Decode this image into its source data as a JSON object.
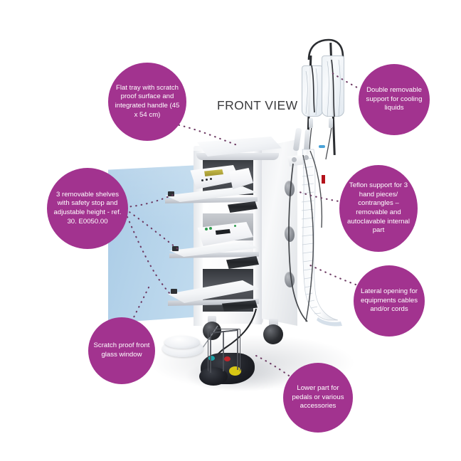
{
  "page": {
    "title": "FRONT VIEW",
    "background_color": "#ffffff",
    "accent_color": "#a2338f",
    "glass_color": "#aaccE8",
    "title_color": "#3b3b3d"
  },
  "callouts": [
    {
      "id": "flat-tray",
      "text": "Flat tray with scratch proof surface and integrated handle (45 x 54 cm)",
      "lines": [
        "Flat tray with",
        "scratch proof",
        "surface and",
        "integrated handle",
        "(45 x 54 cm)"
      ],
      "position": "top-left"
    },
    {
      "id": "cooling-support",
      "text": "Double removable support for cooling liquids",
      "lines": [
        "Double",
        "removable",
        "support",
        "for cooling",
        "liquids"
      ],
      "position": "top-right"
    },
    {
      "id": "removable-shelves",
      "text": "3 removable shelves with safety stop and adjustable height - ref. 30. E0050.00",
      "lines": [
        "3 removable",
        "shelves with safety",
        "stop and adjustable",
        "height - ref. 30.",
        "E0050.00"
      ],
      "position": "middle-left"
    },
    {
      "id": "teflon-support",
      "text": "Teflon support for 3 hand pieces/ contrangles – removable and autoclavable internal part",
      "lines": [
        "Teflon",
        "support for",
        "3 hand pieces/",
        "contrangles –",
        "removable and",
        "autoclavable",
        "internal part"
      ],
      "position": "middle-right"
    },
    {
      "id": "lateral-opening",
      "text": "Lateral opening for equipments cables and/or cords",
      "lines": [
        "Lateral",
        "opening for",
        "equipments",
        "cables and/or",
        "cords"
      ],
      "position": "lower-right"
    },
    {
      "id": "glass-window",
      "text": "Scratch proof front glass window",
      "lines": [
        "Scratch",
        "proof front",
        "glass",
        "window"
      ],
      "position": "lower-left"
    },
    {
      "id": "lower-part-pedals",
      "text": "Lower part for pedals or various accessories",
      "lines": [
        "Lower part",
        "for pedals",
        "or various",
        "accessories"
      ],
      "position": "bottom-center"
    }
  ],
  "product": {
    "name": "medical-equipment-cart",
    "description": "White mobile medical trolley with three pull-out shelves, glass side panel, IV pole with two cooling liquid bags, handpiece holders and foot pedal"
  }
}
